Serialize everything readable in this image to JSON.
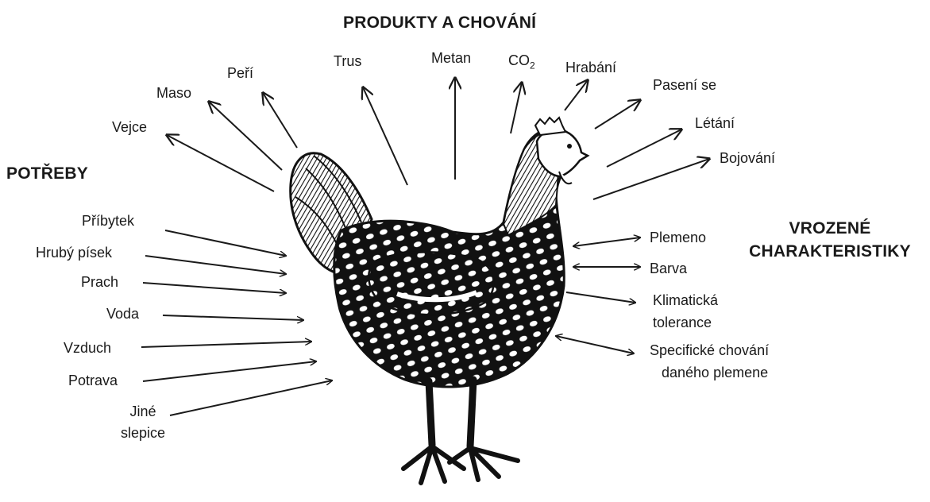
{
  "headings": {
    "products": "PRODUKTY A CHOVÁNÍ",
    "needs": "POTŘEBY",
    "innate_line1": "VROZENÉ",
    "innate_line2": "CHARAKTERISTIKY"
  },
  "products": {
    "vejce": "Vejce",
    "maso": "Maso",
    "peri": "Peří",
    "trus": "Trus",
    "metan": "Metan",
    "co2_main": "CO",
    "co2_sub": "2",
    "hrabani": "Hrabání",
    "paseni": "Pasení se",
    "letani": "Létání",
    "bojovani": "Bojování"
  },
  "needs": {
    "pribytek": "Příbytek",
    "hruby_pisek": "Hrubý písek",
    "prach": "Prach",
    "voda": "Voda",
    "vzduch": "Vzduch",
    "potrava": "Potrava",
    "jine_1": "Jiné",
    "jine_2": "slepice"
  },
  "innate": {
    "plemeno": "Plemeno",
    "barva": "Barva",
    "klimaticka_1": "Klimatická",
    "klimaticka_2": "tolerance",
    "specificke_1": "Specifické chování",
    "specificke_2": "daného plemene"
  }
}
